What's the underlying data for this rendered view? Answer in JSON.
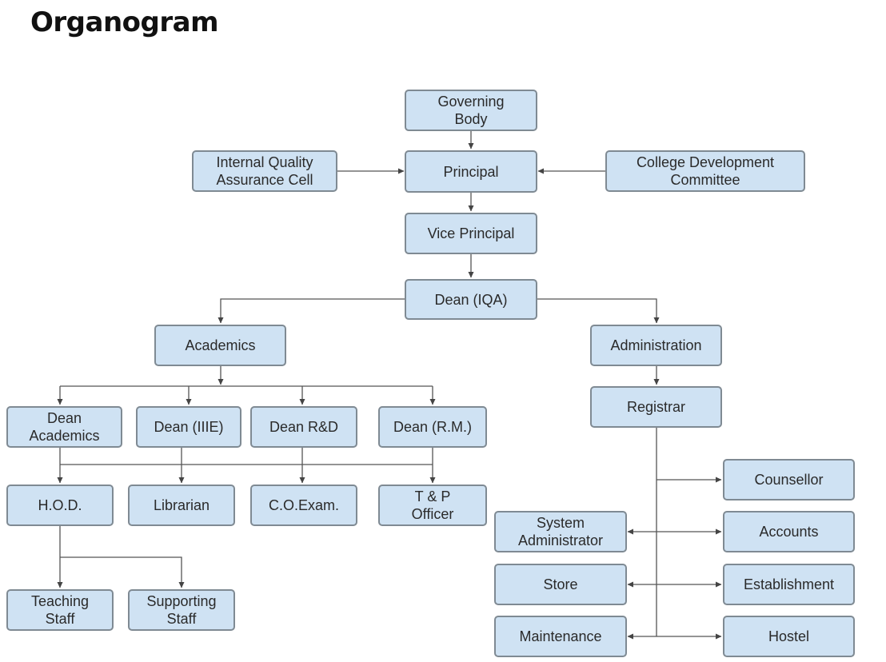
{
  "title": "Organogram",
  "nodes": {
    "governing_body": "Governing\nBody",
    "iqac": "Internal Quality\nAssurance Cell",
    "principal": "Principal",
    "cdc": "College Development\nCommittee",
    "vice_principal": "Vice Principal",
    "dean_iqa": "Dean (IQA)",
    "academics": "Academics",
    "administration": "Administration",
    "dean_academics": "Dean\nAcademics",
    "dean_iiie": "Dean (IIIE)",
    "dean_rd": "Dean R&D",
    "dean_rm": "Dean (R.M.)",
    "registrar": "Registrar",
    "hod": "H.O.D.",
    "librarian": "Librarian",
    "coexam": "C.O.Exam.",
    "tp_officer": "T & P\nOfficer",
    "counsellor": "Counsellor",
    "system_admin": "System\nAdministrator",
    "accounts": "Accounts",
    "store": "Store",
    "establishment": "Establishment",
    "maintenance": "Maintenance",
    "hostel": "Hostel",
    "teaching_staff": "Teaching\nStaff",
    "supporting_staff": "Supporting\nStaff"
  }
}
